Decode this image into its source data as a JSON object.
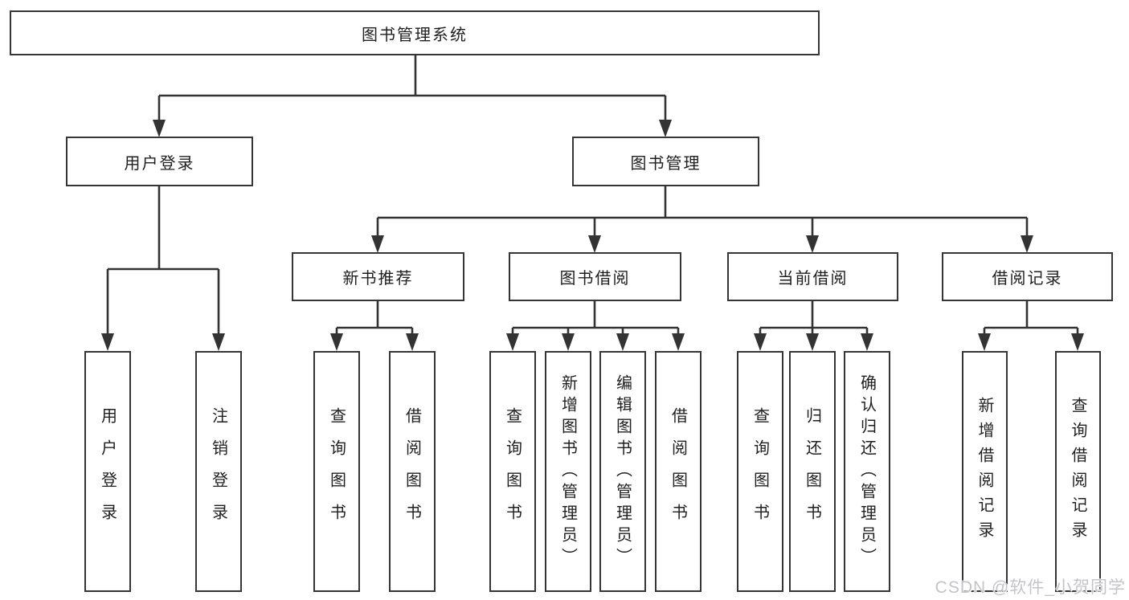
{
  "tree": {
    "root": "图书管理系统",
    "branches": [
      {
        "label": "用户登录",
        "children": [
          "用户登录",
          "注销登录"
        ]
      },
      {
        "label": "图书管理",
        "groups": [
          {
            "label": "新书推荐",
            "children": [
              "查询图书",
              "借阅图书"
            ]
          },
          {
            "label": "图书借阅",
            "children": [
              "查询图书",
              "新增图书（管理员）",
              "编辑图书（管理员）",
              "借阅图书"
            ]
          },
          {
            "label": "当前借阅",
            "children": [
              "查询图书",
              "归还图书",
              "确认归还（管理员）"
            ]
          },
          {
            "label": "借阅记录",
            "children": [
              "新增借阅记录",
              "查询借阅记录"
            ]
          }
        ]
      }
    ]
  },
  "watermark": {
    "text": "CSDN @软件_小贺同学"
  },
  "colors": {
    "line": "#333333",
    "border": "#363636",
    "text": "#1f1f1f",
    "background": "#ffffff",
    "watermark": "#c4c4c8"
  }
}
